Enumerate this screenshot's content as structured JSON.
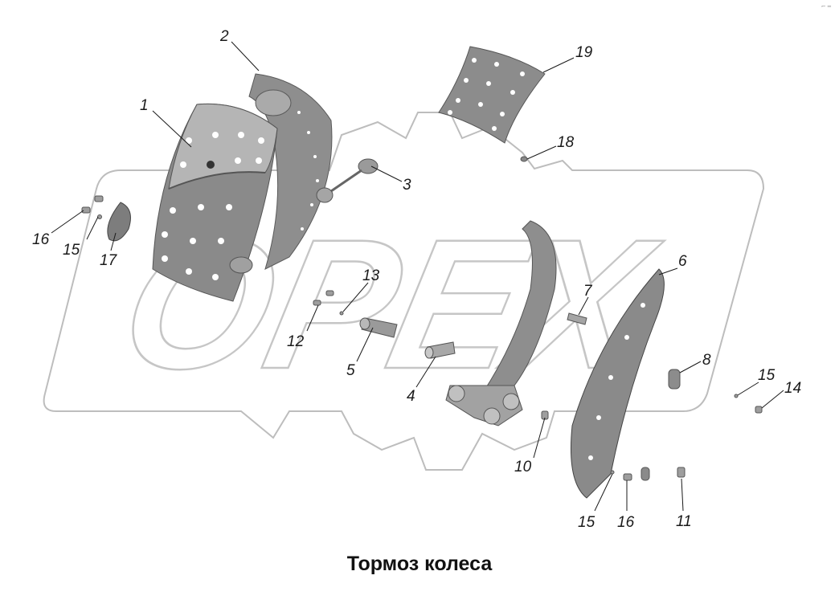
{
  "caption": "Тормоз колеса",
  "corner_mark": "⌐ ═",
  "watermark_text": "OPEX",
  "colors": {
    "background": "#ffffff",
    "part_dark": "#7a7a7a",
    "part_mid": "#9a9a9a",
    "part_light": "#c4c4c4",
    "watermark": "#bdbdbd",
    "ink": "#1a1a1a"
  },
  "callouts": [
    "1",
    "2",
    "3",
    "4",
    "5",
    "6",
    "7",
    "8",
    "10",
    "11",
    "12",
    "13",
    "14",
    "15",
    "15",
    "15",
    "16",
    "16",
    "17",
    "18",
    "19"
  ]
}
